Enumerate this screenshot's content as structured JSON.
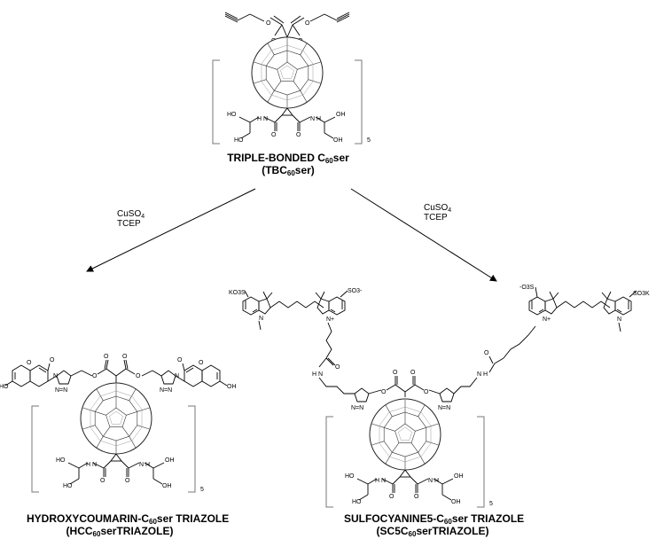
{
  "top": {
    "name_line1_pre": "TRIPLE-BONDED C",
    "name_line1_sub": "60",
    "name_line1_post": "ser",
    "name_line2_pre": "(TBC",
    "name_line2_sub": "60",
    "name_line2_post": "ser)",
    "repeat_index": "5",
    "groups": {
      "ho": "HO",
      "oh": "OH",
      "nh": "H N",
      "n_h": "N H",
      "o": "O"
    }
  },
  "arrow_left": {
    "reagent1_pre": "CuSO",
    "reagent1_sub": "4",
    "reagent2": "TCEP"
  },
  "arrow_right": {
    "reagent1_pre": "CuSO",
    "reagent1_sub": "4",
    "reagent2": "TCEP"
  },
  "left_product": {
    "name_line1_pre": "HYDROXYCOUMARIN-C",
    "name_line1_sub": "60",
    "name_line1_post": "ser TRIAZOLE",
    "name_line2_pre": "(HCC",
    "name_line2_sub": "60",
    "name_line2_post": "serTRIAZOLE)",
    "repeat_index": "5",
    "groups": {
      "ho": "HO",
      "oh": "OH",
      "n": "N",
      "nn": "N=N",
      "o": "O"
    }
  },
  "right_product": {
    "name_line1_pre": "SULFOCYANINE5-C",
    "name_line1_sub": "60",
    "name_line1_post": "ser TRIAZOLE",
    "name_line2_pre": "(SC5C",
    "name_line2_sub": "60",
    "name_line2_post": "serTRIAZOLE)",
    "repeat_index": "5",
    "groups": {
      "ko3s": "KO3S",
      "so3_minus": "SO3-",
      "minus_o3s": "-O3S",
      "so3k": "SO3K",
      "n_plus": "N+",
      "n": "N",
      "h_n": "H N",
      "n_h": "N H",
      "o": "O",
      "ho": "HO",
      "oh": "OH"
    }
  }
}
